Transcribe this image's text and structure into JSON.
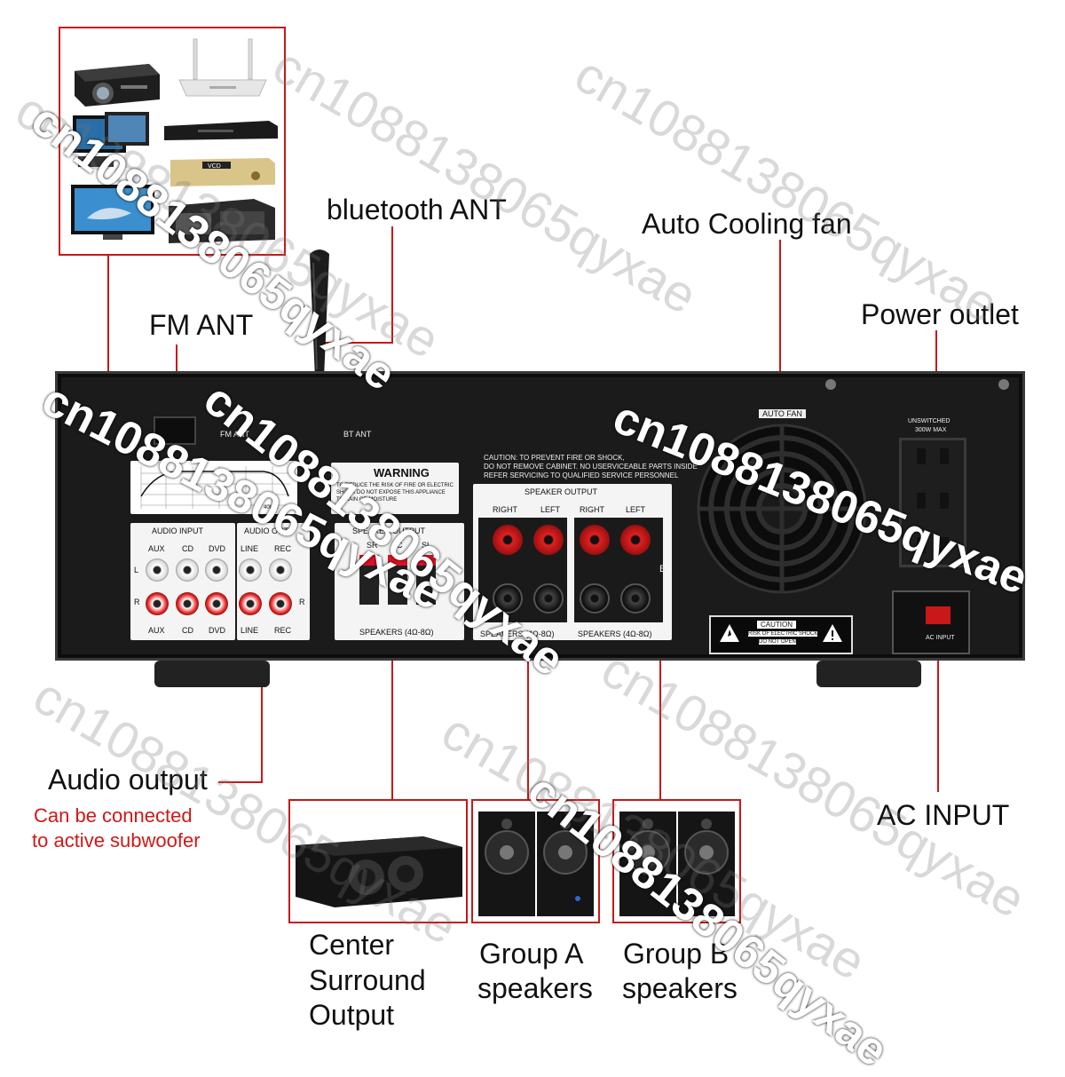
{
  "labels": {
    "bluetooth_ant": "bluetooth ANT",
    "auto_cooling_fan": "Auto Cooling fan",
    "fm_ant": "FM ANT",
    "power_outlet": "Power outlet",
    "audio_output": "Audio output",
    "audio_output_note_1": "Can be connected",
    "audio_output_note_2": "to active subwoofer",
    "ac_input": "AC INPUT",
    "center_line1": "Center",
    "center_line2": "Surround",
    "center_line3": "Output",
    "group_a_line1": "Group A",
    "group_a_line2": "speakers",
    "group_b_line1": "Group B",
    "group_b_line2": "speakers"
  },
  "panel": {
    "fm_ant": "FM ANT",
    "bt_ant": "BT ANT",
    "auto_fan": "AUTO FAN",
    "unswitched_1": "UNSWITCHED",
    "unswitched_2": "300W MAX",
    "caution_title": "CAUTION:",
    "caution_line1": "TO PREVENT FIRE OR SHOCK,",
    "caution_line2": "DO NOT REMOVE CABINET. NO USERVICEABLE PARTS INSIDE",
    "caution_line3": "REFER SERVICING TO QUALIFIED SERVICE PERSONNEL",
    "warning_title": "WARNING",
    "warning_text": "TO REDUCE THE RISK OF FIRE OR ELECTRIC SHOCK DO NOT EXPOSE THIS APPLIANCE TO RAIN OR MOISTURE",
    "audio_input": "AUDIO INPUT",
    "audio_out": "AUDIO OUT",
    "aux": "AUX",
    "cd": "CD",
    "dvd": "DVD",
    "line": "LINE",
    "rec": "REC",
    "l": "L",
    "r": "R",
    "speaker_out_small": "SPEAKER OUTPUT",
    "sr": "SR",
    "c": "C",
    "sl": "SL",
    "speakers_small": "SPEAKERS (4Ω-8Ω)",
    "speaker_output": "SPEAKER OUTPUT",
    "right": "RIGHT",
    "left": "LEFT",
    "speakers_a": "SPEAKERS (4Ω-8Ω)",
    "speakers_b": "SPEAKERS (4Ω-8Ω)",
    "b_mark": "B",
    "caution_box_title": "CAUTION",
    "caution_box_line1": "RISK OF ELECTRIC SHOCK",
    "caution_box_line2": "DO NOT OPEN",
    "ac_input_small": "AC INPUT",
    "graph_hz": "40kHz"
  },
  "watermark": "cn1088138065qyxae",
  "colors": {
    "leader_line": "#c81818",
    "panel": "#1b1b1b",
    "binding_post_red": "#c41a1a",
    "label_red": "#d01818"
  }
}
